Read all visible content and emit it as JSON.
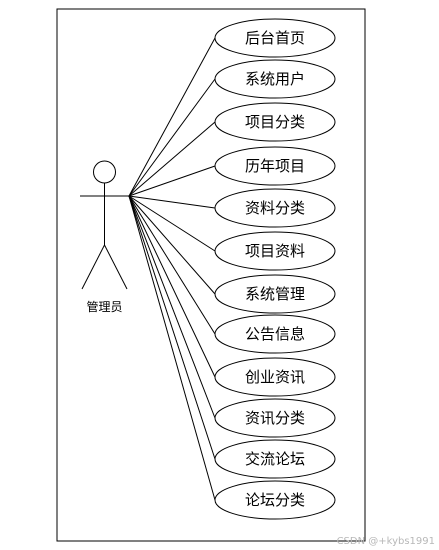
{
  "diagram": {
    "actor": {
      "name": "管理员"
    },
    "use_cases": [
      {
        "label": "后台首页"
      },
      {
        "label": "系统用户"
      },
      {
        "label": "项目分类"
      },
      {
        "label": "历年项目"
      },
      {
        "label": "资料分类"
      },
      {
        "label": "项目资料"
      },
      {
        "label": "系统管理"
      },
      {
        "label": "公告信息"
      },
      {
        "label": "创业资讯"
      },
      {
        "label": "资讯分类"
      },
      {
        "label": "交流论坛"
      },
      {
        "label": "论坛分类"
      }
    ]
  },
  "watermark": "CSDN @+kybs1991"
}
